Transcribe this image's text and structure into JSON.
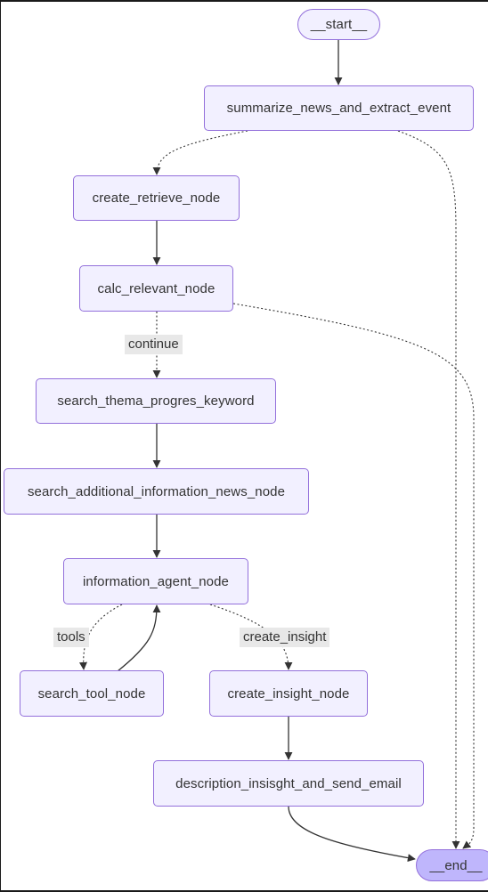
{
  "diagram": {
    "nodes": {
      "start": "__start__",
      "summarize": "summarize_news_and_extract_event",
      "create_retrieve": "create_retrieve_node",
      "calc_relevant": "calc_relevant_node",
      "search_thema": "search_thema_progres_keyword",
      "search_additional": "search_additional_information_news_node",
      "information_agent": "information_agent_node",
      "search_tool": "search_tool_node",
      "create_insight": "create_insight_node",
      "description": "description_insisght_and_send_email",
      "end": "__end__"
    },
    "edge_labels": {
      "continue": "continue",
      "tools": "tools",
      "create_insight": "create_insight"
    },
    "edges": [
      {
        "from": "start",
        "to": "summarize",
        "style": "solid"
      },
      {
        "from": "summarize",
        "to": "create_retrieve",
        "style": "dotted"
      },
      {
        "from": "summarize",
        "to": "end",
        "style": "dotted"
      },
      {
        "from": "create_retrieve",
        "to": "calc_relevant",
        "style": "solid"
      },
      {
        "from": "calc_relevant",
        "to": "search_thema",
        "style": "dotted",
        "label": "continue"
      },
      {
        "from": "calc_relevant",
        "to": "end",
        "style": "dotted"
      },
      {
        "from": "search_thema",
        "to": "search_additional",
        "style": "solid"
      },
      {
        "from": "search_additional",
        "to": "information_agent",
        "style": "solid"
      },
      {
        "from": "information_agent",
        "to": "search_tool",
        "style": "dotted",
        "label": "tools"
      },
      {
        "from": "search_tool",
        "to": "information_agent",
        "style": "solid"
      },
      {
        "from": "information_agent",
        "to": "create_insight",
        "style": "dotted",
        "label": "create_insight"
      },
      {
        "from": "create_insight",
        "to": "description",
        "style": "solid"
      },
      {
        "from": "description",
        "to": "end",
        "style": "solid"
      }
    ],
    "colors": {
      "node_fill": "#f2f0ff",
      "node_border": "#9370db",
      "end_fill": "#bfb6fc",
      "edge": "#333333",
      "label_bg": "#e8e8e8"
    }
  }
}
